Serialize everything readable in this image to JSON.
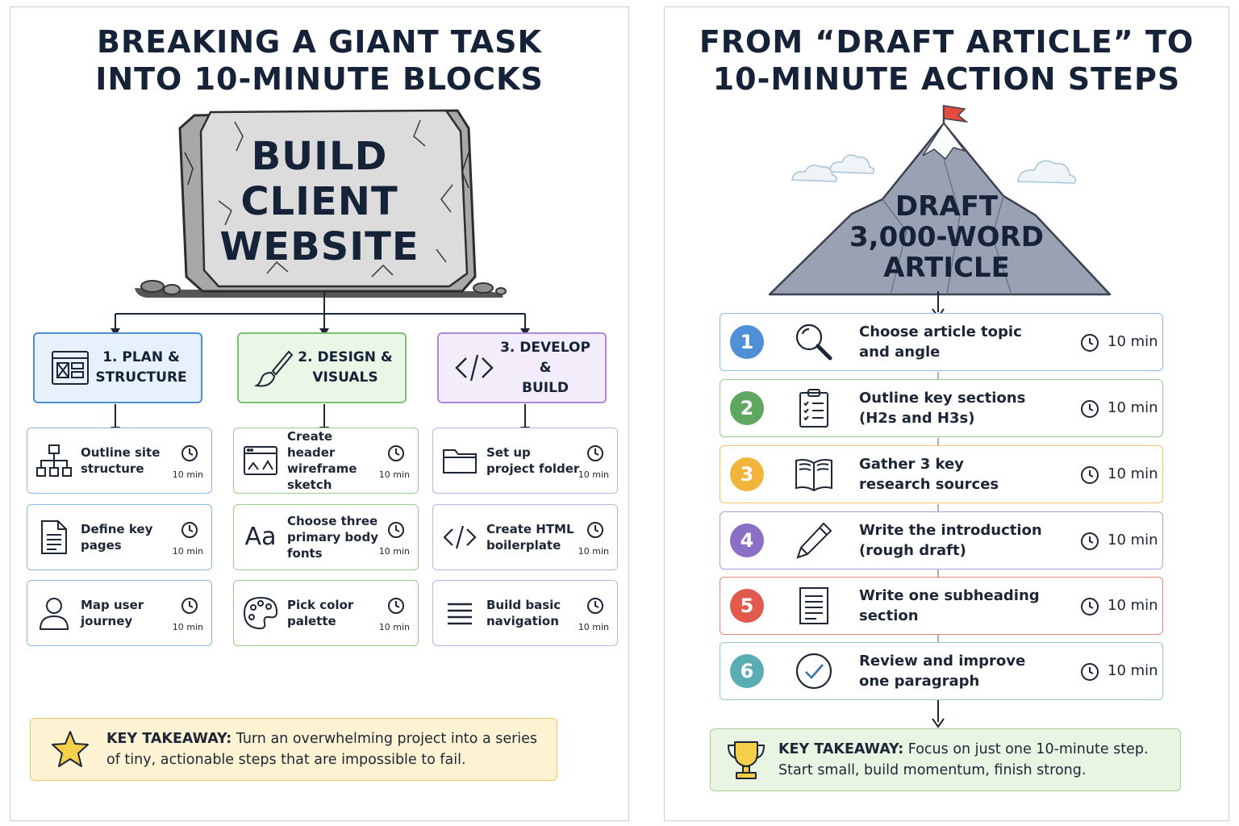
{
  "left": {
    "title_line1": "BREAKING A GIANT TASK",
    "title_line2": "INTO 10-MINUTE BLOCKS",
    "block_line1": "BUILD",
    "block_line2": "CLIENT",
    "block_line3": "WEBSITE",
    "categories": [
      {
        "line1": "1. PLAN &",
        "line2": "STRUCTURE",
        "icon": "wireframe-layout-icon",
        "color": "#4f8fd6",
        "fill": "#e7f1fb"
      },
      {
        "line1": "2. DESIGN &",
        "line2": "VISUALS",
        "icon": "paintbrush-icon",
        "color": "#7cc072",
        "fill": "#eaf6e6"
      },
      {
        "line1": "3. DEVELOP &",
        "line2": "BUILD",
        "icon": "code-brackets-icon",
        "color": "#a98ad6",
        "fill": "#f2ecfb"
      }
    ],
    "tasks": [
      [
        {
          "label": "Outline site structure",
          "icon": "sitemap-icon",
          "duration": "10 min"
        },
        {
          "label": "Define key pages",
          "icon": "document-icon",
          "duration": "10 min"
        },
        {
          "label": "Map user journey",
          "icon": "user-icon",
          "duration": "10 min"
        }
      ],
      [
        {
          "label": "Create header wireframe sketch",
          "icon": "browser-window-icon",
          "duration": "10 min"
        },
        {
          "label": "Choose three primary body fonts",
          "icon": "font-icon",
          "glyph": "Aa",
          "duration": "10 min"
        },
        {
          "label": "Pick color palette",
          "icon": "palette-icon",
          "duration": "10 min"
        }
      ],
      [
        {
          "label": "Set up project folder",
          "icon": "folder-icon",
          "duration": "10 min"
        },
        {
          "label": "Create HTML boilerplate",
          "icon": "code-icon",
          "duration": "10 min"
        },
        {
          "label": "Build basic navigation",
          "icon": "menu-icon",
          "duration": "10 min"
        }
      ]
    ],
    "takeaway_label": "KEY TAKEAWAY:",
    "takeaway_text1": " Turn an overwhelming project into a series",
    "takeaway_text2": "of tiny, actionable steps that are impossible to fail.",
    "takeaway_icon": "star-icon"
  },
  "right": {
    "title_line1": "FROM “DRAFT ARTICLE” TO",
    "title_line2": "10-MINUTE ACTION STEPS",
    "mountain_line1": "DRAFT",
    "mountain_line2": "3,000-WORD",
    "mountain_line3": "ARTICLE",
    "steps": [
      {
        "num": "1",
        "line1": "Choose article topic",
        "line2": "and angle",
        "duration": "10 min",
        "icon": "magnifier-icon",
        "color": "#4f8fd6"
      },
      {
        "num": "2",
        "line1": "Outline key sections",
        "line2": "(H2s and H3s)",
        "duration": "10 min",
        "icon": "clipboard-list-icon",
        "color": "#5fa661"
      },
      {
        "num": "3",
        "line1": "Gather 3 key",
        "line2": "research sources",
        "duration": "10 min",
        "icon": "open-book-icon",
        "color": "#f0b53a"
      },
      {
        "num": "4",
        "line1": "Write the introduction",
        "line2": "(rough draft)",
        "duration": "10 min",
        "icon": "pencil-icon",
        "color": "#8b6fc6"
      },
      {
        "num": "5",
        "line1": "Write one subheading",
        "line2": "section",
        "duration": "10 min",
        "icon": "page-lines-icon",
        "color": "#e05a4e"
      },
      {
        "num": "6",
        "line1": "Review and improve",
        "line2": "one paragraph",
        "duration": "10 min",
        "icon": "checkmark-circle-icon",
        "color": "#5aaeb3"
      }
    ],
    "takeaway_label": "KEY TAKEAWAY:",
    "takeaway_text1": " Focus on just one 10-minute step.",
    "takeaway_text2": "Start small, build momentum, finish strong.",
    "takeaway_icon": "trophy-icon"
  }
}
